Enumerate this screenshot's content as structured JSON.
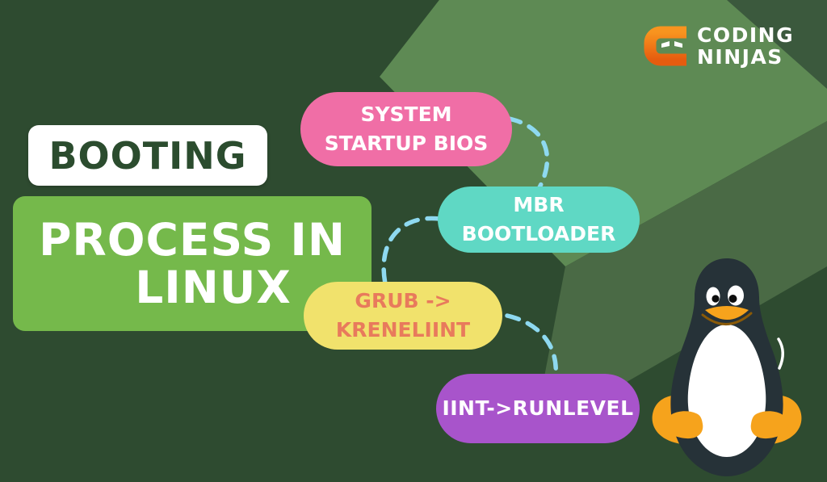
{
  "brand": {
    "name_line1": "CODING",
    "name_line2": "NINJAS",
    "logo_icon": "coding-ninjas-c-with-ninja-eyes",
    "logo_color": "#f07a14"
  },
  "title": {
    "line1": "BOOTING",
    "line2": "PROCESS IN",
    "line3": "LINUX",
    "line1_box_bg": "#ffffff",
    "line1_text_color": "#2b4c2e",
    "line23_box_bg": "#75b94b",
    "line23_text_color": "#ffffff"
  },
  "diagram": {
    "nodes": [
      {
        "id": "bios",
        "label_line1": "SYSTEM",
        "label_line2": "STARTUP BIOS",
        "bg": "#f06ea6",
        "text_color": "#ffffff"
      },
      {
        "id": "mbr",
        "label_line1": "MBR",
        "label_line2": "BOOTLOADER",
        "bg": "#5fd8c4",
        "text_color": "#ffffff"
      },
      {
        "id": "grub",
        "label_line1": "GRUB ->",
        "label_line2": "KRENELIINT",
        "bg": "#f1e26c",
        "text_color": "#e87a5c"
      },
      {
        "id": "init",
        "label_line1": "IINT->RUNLEVEL",
        "bg": "#a854cb",
        "text_color": "#ffffff"
      }
    ],
    "flow_order": "bios -> mbr -> grub -> init",
    "connector_style": "dashed-curve",
    "connector_color": "#8ed9f0"
  },
  "mascot": {
    "name": "tux-linux-penguin",
    "body_color": "#263238",
    "belly_color": "#ffffff",
    "beak_feet_color": "#f6a31c"
  },
  "background": {
    "base_color": "#2e4b30",
    "pattern": "diagonal-diamond-bands",
    "band_colors": [
      "#5e8a54",
      "#4a6a45",
      "#3b593d"
    ]
  }
}
